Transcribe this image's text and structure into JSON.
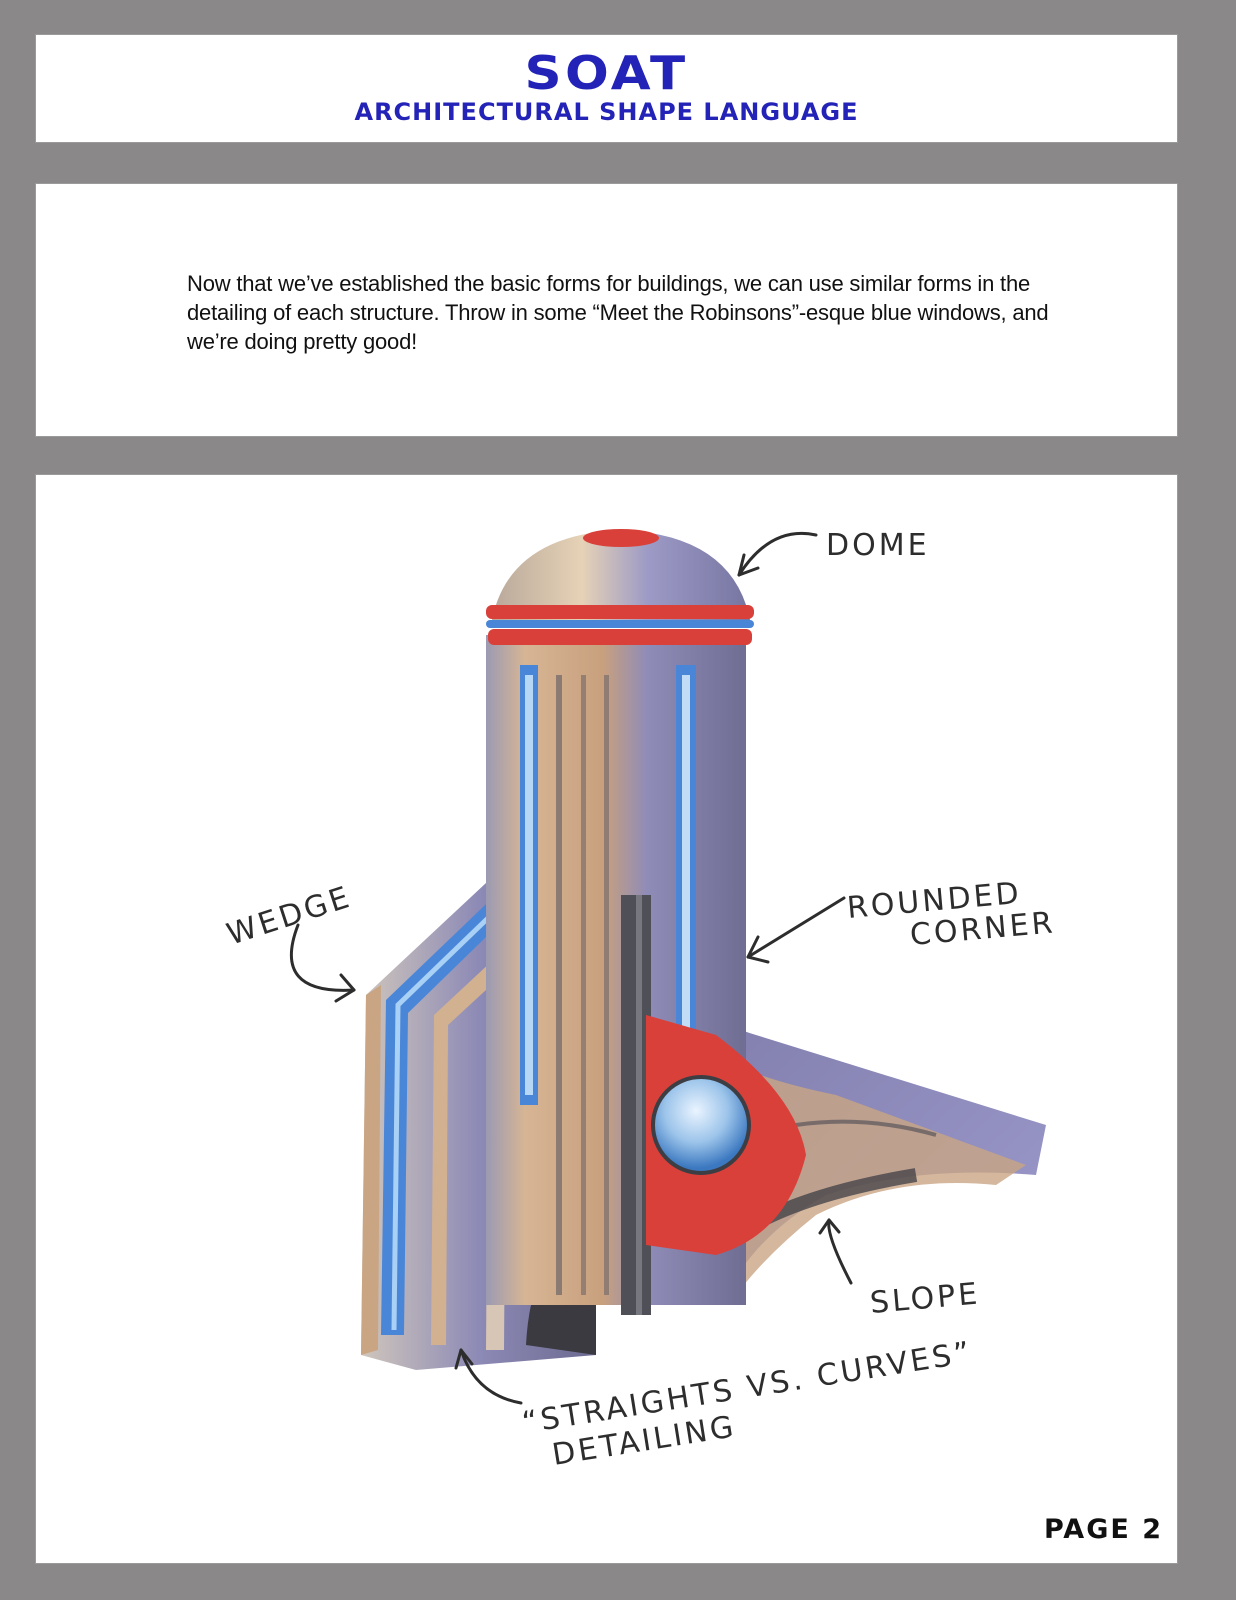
{
  "header": {
    "title": "SOAT",
    "subtitle": "ARCHITECTURAL SHAPE LANGUAGE",
    "title_color": "#2323b8"
  },
  "intro": {
    "paragraph": "Now that we’ve established the basic forms for buildings, we can use similar forms in the detailing of each structure.  Throw in some “Meet the Robinsons”-esque blue windows, and we’re doing pretty good!"
  },
  "illustration": {
    "subject": "concept sketch of building tower with dome",
    "annotations": {
      "dome": "DOME",
      "wedge": "WEDGE",
      "rounded_corner_line1": "ROUNDED",
      "rounded_corner_line2": "CORNER",
      "slope": "SLOPE",
      "detailing_line1": "“STRAIGHTS VS. CURVES”",
      "detailing_line2": "DETAILING"
    },
    "colors": {
      "red": "#d9403a",
      "blue": "#4a86d8",
      "lavender": "#8e8cc0",
      "tan": "#c9a583",
      "dark": "#4a4a52"
    }
  },
  "footer": {
    "page_label": "PAGE 2"
  }
}
